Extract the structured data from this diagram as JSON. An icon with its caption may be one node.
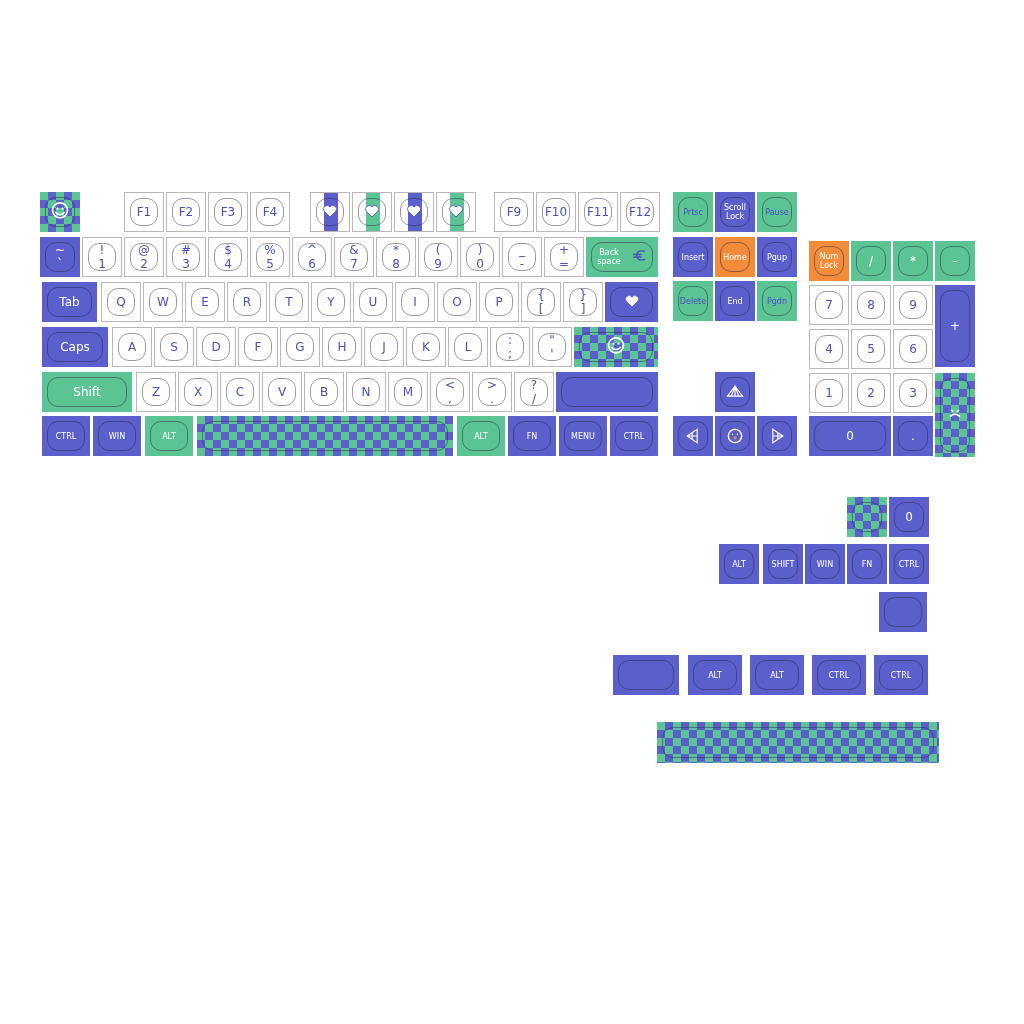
{
  "diagram": {
    "nodes": [
      {
        "text": [],
        "shape": "picture"
      },
      {
        "text": [
          "F1"
        ]
      },
      {
        "text": [
          "F2"
        ]
      },
      {
        "text": [
          "F3"
        ]
      },
      {
        "text": [
          "F4"
        ]
      },
      {
        "text": [],
        "shape": "picture"
      },
      {
        "text": [],
        "shape": "picture"
      },
      {
        "text": [],
        "shape": "picture"
      },
      {
        "text": [],
        "shape": "picture"
      },
      {
        "text": [
          "F9"
        ]
      },
      {
        "text": [
          "F10"
        ]
      },
      {
        "text": [
          "F11"
        ]
      },
      {
        "text": [
          "F12"
        ]
      },
      {
        "text": [
          "Prtsc"
        ]
      },
      {
        "text": [
          "Scroll Lock"
        ]
      },
      {
        "text": [
          "Pause"
        ]
      },
      {
        "text": [
          "~",
          "`"
        ]
      },
      {
        "text": [
          "!",
          "1"
        ]
      },
      {
        "text": [
          "@",
          "2"
        ]
      },
      {
        "text": [
          "#",
          "3"
        ]
      },
      {
        "text": [
          "$",
          "4"
        ]
      },
      {
        "text": [
          "%",
          "5"
        ]
      },
      {
        "text": [
          "^",
          "6"
        ]
      },
      {
        "text": [
          "&",
          "7"
        ]
      },
      {
        "text": [
          "*",
          "8"
        ]
      },
      {
        "text": [
          "(",
          "9"
        ]
      },
      {
        "text": [
          ")",
          "0"
        ]
      },
      {
        "text": [
          "_",
          "-"
        ]
      },
      {
        "text": [
          "+",
          "="
        ]
      },
      {
        "text": [
          "Back space"
        ]
      },
      {
        "text": [
          "Insert"
        ]
      },
      {
        "text": [
          "Home"
        ]
      },
      {
        "text": [
          "Pgup"
        ]
      },
      {
        "text": [
          "Num Lock"
        ]
      },
      {
        "text": [
          "/"
        ]
      },
      {
        "text": [
          "*"
        ]
      },
      {
        "text": [
          "-"
        ]
      },
      {
        "text": [
          "Tab"
        ]
      },
      {
        "text": [
          "Q"
        ]
      },
      {
        "text": [
          "W"
        ]
      },
      {
        "text": [
          "E"
        ]
      },
      {
        "text": [
          "R"
        ]
      },
      {
        "text": [
          "T"
        ]
      },
      {
        "text": [
          "Y"
        ]
      },
      {
        "text": [
          "U"
        ]
      },
      {
        "text": [
          "I"
        ]
      },
      {
        "text": [
          "O"
        ]
      },
      {
        "text": [
          "P"
        ]
      },
      {
        "text": [
          "{",
          "["
        ]
      },
      {
        "text": [
          "}",
          "]"
        ]
      },
      {
        "text": [],
        "shape": "picture"
      },
      {
        "text": [
          "Delete"
        ]
      },
      {
        "text": [
          "End"
        ]
      },
      {
        "text": [
          "Pgdn"
        ]
      },
      {
        "text": [
          "7"
        ]
      },
      {
        "text": [
          "8"
        ]
      },
      {
        "text": [
          "9"
        ]
      },
      {
        "text": [
          "+"
        ]
      },
      {
        "text": [
          "Caps"
        ]
      },
      {
        "text": [
          "A"
        ]
      },
      {
        "text": [
          "S"
        ]
      },
      {
        "text": [
          "D"
        ]
      },
      {
        "text": [
          "F"
        ]
      },
      {
        "text": [
          "G"
        ]
      },
      {
        "text": [
          "H"
        ]
      },
      {
        "text": [
          "J"
        ]
      },
      {
        "text": [
          "K"
        ]
      },
      {
        "text": [
          "L"
        ]
      },
      {
        "text": [
          ":",
          ";"
        ]
      },
      {
        "text": [
          "\"",
          "'"
        ]
      },
      {
        "text": [],
        "shape": "picture"
      },
      {
        "text": [
          "4"
        ]
      },
      {
        "text": [
          "5"
        ]
      },
      {
        "text": [
          "6"
        ]
      },
      {
        "text": [
          "Shift"
        ]
      },
      {
        "text": [
          "Z"
        ]
      },
      {
        "text": [
          "X"
        ]
      },
      {
        "text": [
          "C"
        ]
      },
      {
        "text": [
          "V"
        ]
      },
      {
        "text": [
          "B"
        ]
      },
      {
        "text": [
          "N"
        ]
      },
      {
        "text": [
          "M"
        ]
      },
      {
        "text": [
          "<",
          ","
        ]
      },
      {
        "text": [
          ">",
          "."
        ]
      },
      {
        "text": [
          "?",
          "/"
        ]
      },
      {
        "text": [],
        "shape": "box"
      },
      {
        "text": [],
        "shape": "picture"
      },
      {
        "text": [
          "1"
        ]
      },
      {
        "text": [
          "2"
        ]
      },
      {
        "text": [
          "3"
        ]
      },
      {
        "text": [],
        "shape": "picture"
      },
      {
        "text": [
          "CTRL"
        ]
      },
      {
        "text": [
          "WIN"
        ]
      },
      {
        "text": [
          "ALT"
        ]
      },
      {
        "text": [],
        "shape": "box"
      },
      {
        "text": [
          "ALT"
        ]
      },
      {
        "text": [
          "FN"
        ]
      },
      {
        "text": [
          "MENU"
        ]
      },
      {
        "text": [
          "CTRL"
        ]
      },
      {
        "text": [],
        "shape": "picture"
      },
      {
        "text": [],
        "shape": "picture"
      },
      {
        "text": [],
        "shape": "picture"
      },
      {
        "text": [
          "0"
        ]
      },
      {
        "text": [
          "."
        ]
      },
      {
        "text": [],
        "shape": "box"
      },
      {
        "text": [
          "0"
        ]
      },
      {
        "text": [
          "ALT"
        ]
      },
      {
        "text": [
          "SHIFT"
        ]
      },
      {
        "text": [
          "WIN"
        ]
      },
      {
        "text": [
          "FN"
        ]
      },
      {
        "text": [
          "CTRL"
        ]
      },
      {
        "text": [],
        "shape": "box"
      },
      {
        "text": [],
        "shape": "box"
      },
      {
        "text": [
          "ALT"
        ]
      },
      {
        "text": [
          "ALT"
        ]
      },
      {
        "text": [
          "CTRL"
        ]
      },
      {
        "text": [
          "CTRL"
        ]
      },
      {
        "text": [],
        "shape": "box"
      }
    ]
  }
}
